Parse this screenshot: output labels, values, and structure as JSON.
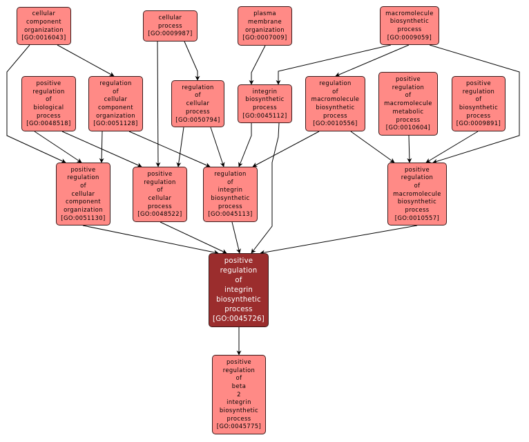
{
  "colors": {
    "node_fill": "#ff8a86",
    "focus_fill": "#9b2d2d",
    "edge": "#000000"
  },
  "nodes": [
    {
      "id": "GO:0016043",
      "lines": [
        "cellular",
        "component",
        "organization",
        "[GO:0016043]"
      ],
      "focus": false
    },
    {
      "id": "GO:0009987",
      "lines": [
        "cellular",
        "process",
        "[GO:0009987]"
      ],
      "focus": false
    },
    {
      "id": "GO:0007009",
      "lines": [
        "plasma",
        "membrane",
        "organization",
        "[GO:0007009]"
      ],
      "focus": false
    },
    {
      "id": "GO:0009059",
      "lines": [
        "macromolecule",
        "biosynthetic",
        "process",
        "[GO:0009059]"
      ],
      "focus": false
    },
    {
      "id": "GO:0048518",
      "lines": [
        "positive",
        "regulation",
        "of",
        "biological",
        "process",
        "[GO:0048518]"
      ],
      "focus": false
    },
    {
      "id": "GO:0051128",
      "lines": [
        "regulation",
        "of",
        "cellular",
        "component",
        "organization",
        "[GO:0051128]"
      ],
      "focus": false
    },
    {
      "id": "GO:0050794",
      "lines": [
        "regulation",
        "of",
        "cellular",
        "process",
        "[GO:0050794]"
      ],
      "focus": false
    },
    {
      "id": "GO:0045112",
      "lines": [
        "integrin",
        "biosynthetic",
        "process",
        "[GO:0045112]"
      ],
      "focus": false
    },
    {
      "id": "GO:0010556",
      "lines": [
        "regulation",
        "of",
        "macromolecule",
        "biosynthetic",
        "process",
        "[GO:0010556]"
      ],
      "focus": false
    },
    {
      "id": "GO:0010604",
      "lines": [
        "positive",
        "regulation",
        "of",
        "macromolecule",
        "metabolic",
        "process",
        "[GO:0010604]"
      ],
      "focus": false
    },
    {
      "id": "GO:0009891",
      "lines": [
        "positive",
        "regulation",
        "of",
        "biosynthetic",
        "process",
        "[GO:0009891]"
      ],
      "focus": false
    },
    {
      "id": "GO:0051130",
      "lines": [
        "positive",
        "regulation",
        "of",
        "cellular",
        "component",
        "organization",
        "[GO:0051130]"
      ],
      "focus": false
    },
    {
      "id": "GO:0048522",
      "lines": [
        "positive",
        "regulation",
        "of",
        "cellular",
        "process",
        "[GO:0048522]"
      ],
      "focus": false
    },
    {
      "id": "GO:0045113",
      "lines": [
        "regulation",
        "of",
        "integrin",
        "biosynthetic",
        "process",
        "[GO:0045113]"
      ],
      "focus": false
    },
    {
      "id": "GO:0010557",
      "lines": [
        "positive",
        "regulation",
        "of",
        "macromolecule",
        "biosynthetic",
        "process",
        "[GO:0010557]"
      ],
      "focus": false
    },
    {
      "id": "GO:0045726",
      "lines": [
        "positive",
        "regulation",
        "of",
        "integrin",
        "biosynthetic",
        "process",
        "[GO:0045726]"
      ],
      "focus": true
    },
    {
      "id": "GO:0045775",
      "lines": [
        "positive",
        "regulation",
        "of",
        "beta",
        "2",
        "integrin",
        "biosynthetic",
        "process",
        "[GO:0045775]"
      ],
      "focus": false
    }
  ],
  "edges": [
    {
      "from": "GO:0016043",
      "to": "GO:0051128"
    },
    {
      "from": "GO:0016043",
      "to": "GO:0051130"
    },
    {
      "from": "GO:0009987",
      "to": "GO:0050794"
    },
    {
      "from": "GO:0009987",
      "to": "GO:0048522"
    },
    {
      "from": "GO:0007009",
      "to": "GO:0045112"
    },
    {
      "from": "GO:0009059",
      "to": "GO:0045112"
    },
    {
      "from": "GO:0009059",
      "to": "GO:0010556"
    },
    {
      "from": "GO:0009059",
      "to": "GO:0010557"
    },
    {
      "from": "GO:0048518",
      "to": "GO:0051130"
    },
    {
      "from": "GO:0048518",
      "to": "GO:0048522"
    },
    {
      "from": "GO:0051128",
      "to": "GO:0051130"
    },
    {
      "from": "GO:0051128",
      "to": "GO:0045113"
    },
    {
      "from": "GO:0050794",
      "to": "GO:0048522"
    },
    {
      "from": "GO:0050794",
      "to": "GO:0045113"
    },
    {
      "from": "GO:0045112",
      "to": "GO:0045113"
    },
    {
      "from": "GO:0045112",
      "to": "GO:0045726"
    },
    {
      "from": "GO:0010556",
      "to": "GO:0045113"
    },
    {
      "from": "GO:0010556",
      "to": "GO:0010557"
    },
    {
      "from": "GO:0010604",
      "to": "GO:0010557"
    },
    {
      "from": "GO:0009891",
      "to": "GO:0010557"
    },
    {
      "from": "GO:0051130",
      "to": "GO:0045726"
    },
    {
      "from": "GO:0048522",
      "to": "GO:0045726"
    },
    {
      "from": "GO:0045113",
      "to": "GO:0045726"
    },
    {
      "from": "GO:0010557",
      "to": "GO:0045726"
    },
    {
      "from": "GO:0045726",
      "to": "GO:0045775"
    }
  ]
}
